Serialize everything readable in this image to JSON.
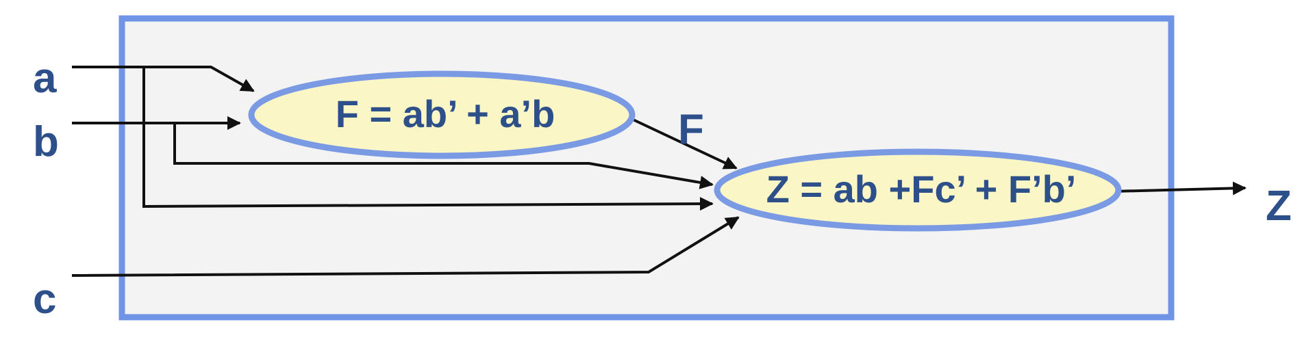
{
  "inputs": {
    "a": "a",
    "b": "b",
    "c": "c"
  },
  "blocks": {
    "f": {
      "expression": "F = ab’ + a’b"
    },
    "z": {
      "expression": "Z = ab +Fc’ + F’b’"
    }
  },
  "signals": {
    "f": "F"
  },
  "outputs": {
    "z": "Z"
  },
  "colors": {
    "box_border": "#6f94e6",
    "box_fill": "#f3f3f4",
    "ellipse_border": "#7b9ae4",
    "ellipse_fill": "#fbf6c6",
    "text": "#2d4f8a",
    "wire": "#111111"
  }
}
